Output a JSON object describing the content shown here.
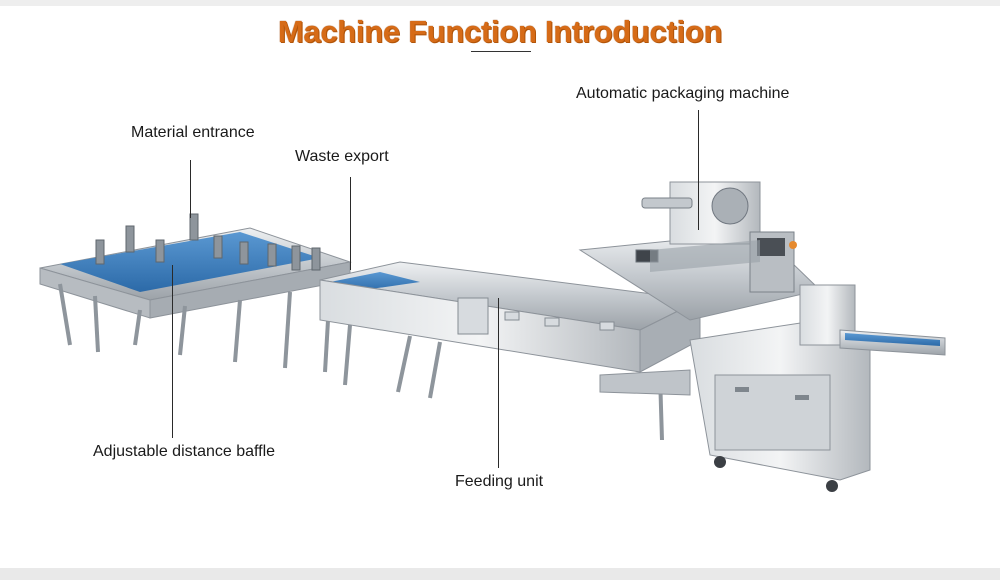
{
  "title": "Machine Function Introduction",
  "colors": {
    "title": "#d66b17",
    "steel": "#c9ced3",
    "belt": "#3d7fbf"
  },
  "labels": {
    "material_entrance": "Material entrance",
    "waste_export": "Waste export",
    "automatic_packaging_machine": "Automatic packaging machine",
    "adjustable_distance_baffle": "Adjustable distance baffle",
    "feeding_unit": "Feeding unit"
  }
}
